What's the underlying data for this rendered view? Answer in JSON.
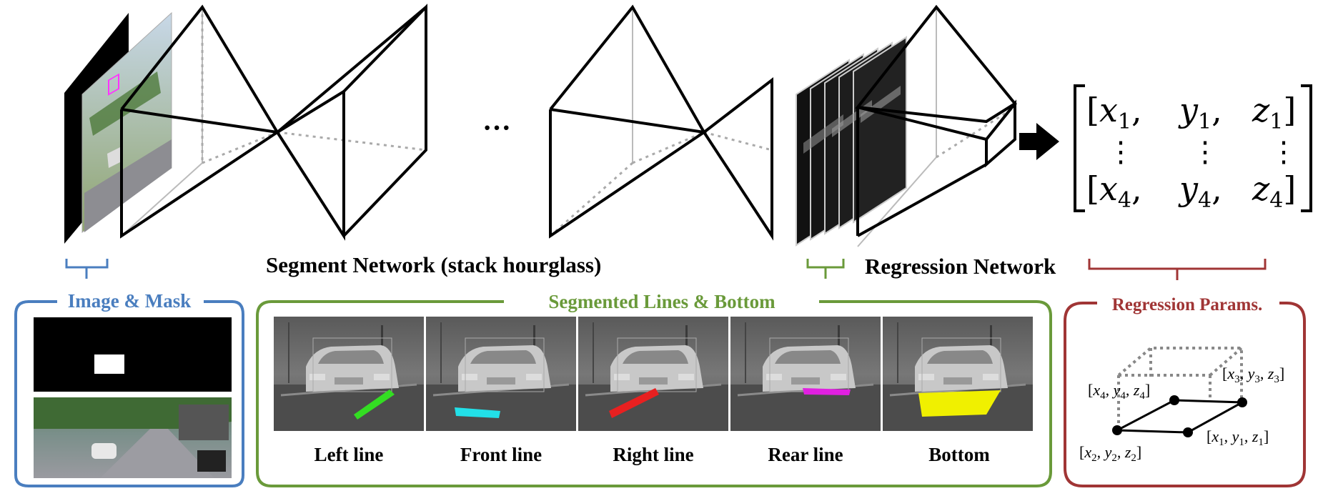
{
  "captions": {
    "segment_network": "Segment Network (stack hourglass)",
    "regression_network": "Regression Network",
    "ellipsis": "···"
  },
  "panels": {
    "image_mask": {
      "title": "Image & Mask"
    },
    "segmented": {
      "title": "Segmented Lines & Bottom",
      "items": [
        {
          "label": "Left line",
          "color": "#33dd22"
        },
        {
          "label": "Front line",
          "color": "#22e0e8"
        },
        {
          "label": "Right line",
          "color": "#e82020"
        },
        {
          "label": "Rear line",
          "color": "#e020e0"
        },
        {
          "label": "Bottom",
          "color": "#f0f000"
        }
      ]
    },
    "regression_params": {
      "title": "Regression Params.",
      "corners": [
        {
          "x": "x",
          "y": "y",
          "z": "z",
          "sub": "1"
        },
        {
          "x": "x",
          "y": "y",
          "z": "z",
          "sub": "2"
        },
        {
          "x": "x",
          "y": "y",
          "z": "z",
          "sub": "3"
        },
        {
          "x": "x",
          "y": "y",
          "z": "z",
          "sub": "4"
        }
      ]
    }
  },
  "matrix": {
    "row1": [
      "x",
      "1",
      "y",
      "1",
      "z",
      "1"
    ],
    "row2": [
      "x",
      "4",
      "y",
      "4",
      "z",
      "4"
    ],
    "vdots": "⋮"
  },
  "colors": {
    "image_mask": "#4a7ebf",
    "segmented": "#6a9a3a",
    "regression": "#a03535",
    "arrow": "#000000"
  }
}
